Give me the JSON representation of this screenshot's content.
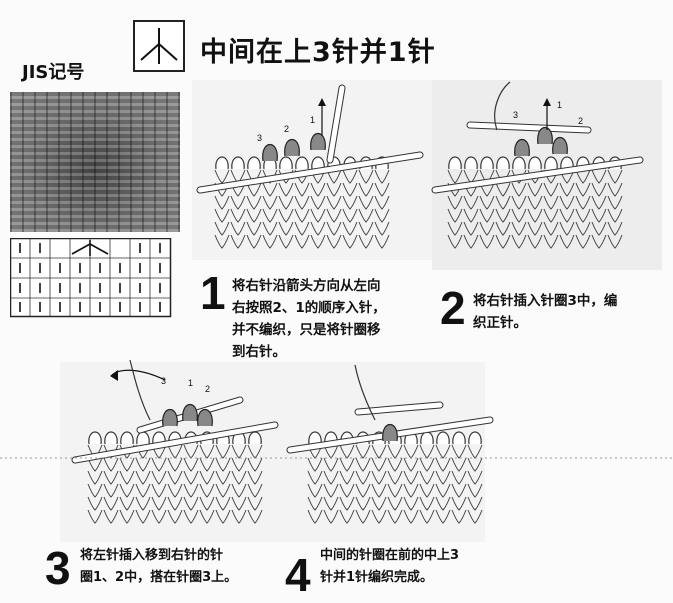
{
  "header": {
    "title": "中间在上3针并1针",
    "jis_label": "JIS记号"
  },
  "steps": [
    {
      "number": "1",
      "text_lines": [
        "将右针沿箭头方向从左向",
        "右按照2、1的顺序入针，",
        "并不编织，只是将针圈移",
        "到右针。"
      ]
    },
    {
      "number": "2",
      "text_lines": [
        "将右针插入针圈3中，编",
        "织正针。"
      ]
    },
    {
      "number": "3",
      "text_lines": [
        "将左针插入移到右针的针",
        "圈1、2中，搭在针圈3上。"
      ]
    },
    {
      "number": "4",
      "text_lines": [
        "中间的针圈在前的中上3",
        "针并1针编织完成。"
      ]
    }
  ],
  "loop_labels": {
    "diagram1": [
      "3",
      "2",
      "1"
    ],
    "diagram2": [
      "3",
      "1",
      "2"
    ],
    "diagram3": [
      "3",
      "1",
      "2"
    ]
  }
}
